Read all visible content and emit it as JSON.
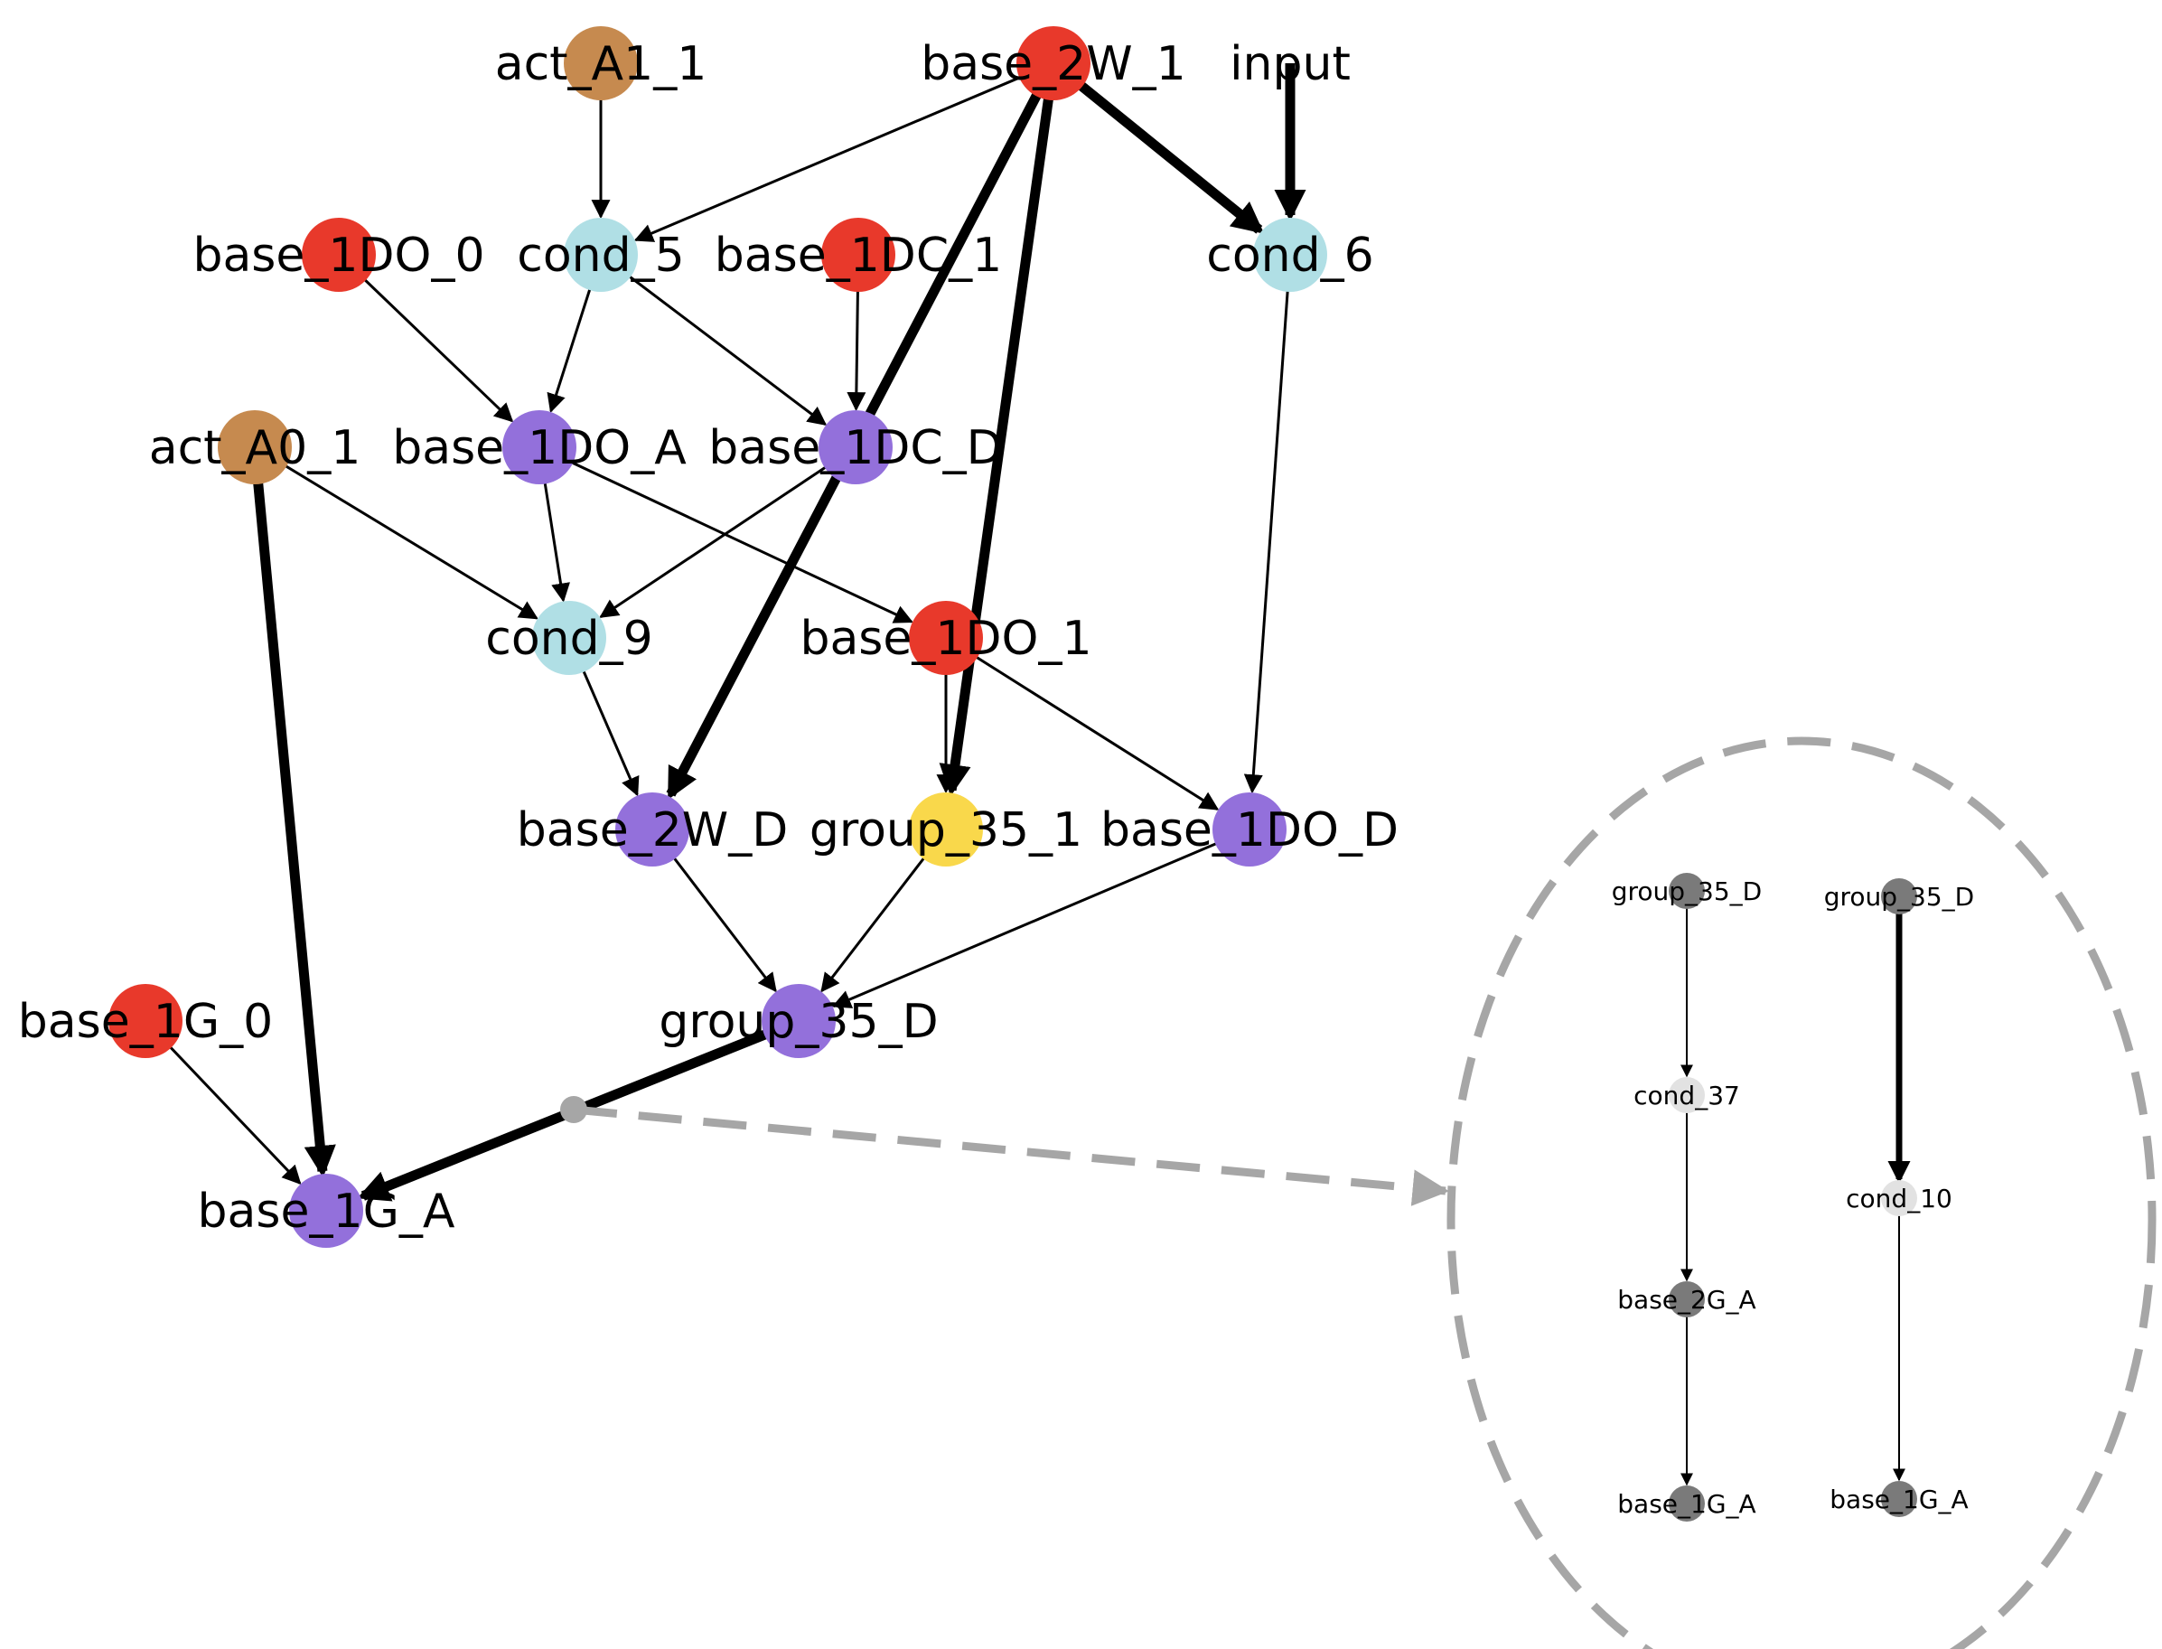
{
  "colors": {
    "red": "#e8392b",
    "purple": "#9370db",
    "lightblue": "#b0dfe5",
    "brown": "#c68a4f",
    "yellow": "#f9d84b",
    "gray_node": "#7a7a7a",
    "light_node": "#e2e2e2",
    "edge": "#000000",
    "callout": "#a6a6a6"
  },
  "main_graph": {
    "nodes": [
      {
        "id": "act_A1_1",
        "label": "act_A1_1",
        "color": "brown"
      },
      {
        "id": "base_2W_1",
        "label": "base_2W_1",
        "color": "red"
      },
      {
        "id": "input",
        "label": "input",
        "color": "none"
      },
      {
        "id": "base_1DO_0",
        "label": "base_1DO_0",
        "color": "red"
      },
      {
        "id": "cond_5",
        "label": "cond_5",
        "color": "lightblue"
      },
      {
        "id": "base_1DC_1",
        "label": "base_1DC_1",
        "color": "red"
      },
      {
        "id": "cond_6",
        "label": "cond_6",
        "color": "lightblue"
      },
      {
        "id": "act_A0_1",
        "label": "act_A0_1",
        "color": "brown"
      },
      {
        "id": "base_1DO_A",
        "label": "base_1DO_A",
        "color": "purple"
      },
      {
        "id": "base_1DC_D",
        "label": "base_1DC_D",
        "color": "purple"
      },
      {
        "id": "cond_9",
        "label": "cond_9",
        "color": "lightblue"
      },
      {
        "id": "base_1DO_1",
        "label": "base_1DO_1",
        "color": "red"
      },
      {
        "id": "base_2W_D",
        "label": "base_2W_D",
        "color": "purple"
      },
      {
        "id": "group_35_1",
        "label": "group_35_1",
        "color": "yellow"
      },
      {
        "id": "base_1DO_D",
        "label": "base_1DO_D",
        "color": "purple"
      },
      {
        "id": "base_1G_0",
        "label": "base_1G_0",
        "color": "red"
      },
      {
        "id": "group_35_D",
        "label": "group_35_D",
        "color": "purple"
      },
      {
        "id": "base_1G_A",
        "label": "base_1G_A",
        "color": "purple"
      }
    ],
    "edges": [
      {
        "from": "act_A1_1",
        "to": "cond_5",
        "weight": "thin"
      },
      {
        "from": "base_2W_1",
        "to": "cond_5",
        "weight": "thin"
      },
      {
        "from": "base_2W_1",
        "to": "base_2W_D",
        "weight": "thick"
      },
      {
        "from": "base_2W_1",
        "to": "group_35_1",
        "weight": "thick"
      },
      {
        "from": "base_2W_1",
        "to": "cond_6",
        "weight": "thick"
      },
      {
        "from": "input",
        "to": "cond_6",
        "weight": "thick"
      },
      {
        "from": "base_1DO_0",
        "to": "base_1DO_A",
        "weight": "thin"
      },
      {
        "from": "cond_5",
        "to": "base_1DO_A",
        "weight": "thin"
      },
      {
        "from": "cond_5",
        "to": "base_1DC_D",
        "weight": "thin"
      },
      {
        "from": "base_1DC_1",
        "to": "base_1DC_D",
        "weight": "thin"
      },
      {
        "from": "cond_6",
        "to": "base_1DO_D",
        "weight": "thin"
      },
      {
        "from": "act_A0_1",
        "to": "cond_9",
        "weight": "thin"
      },
      {
        "from": "act_A0_1",
        "to": "base_1G_A",
        "weight": "thick"
      },
      {
        "from": "base_1DO_A",
        "to": "cond_9",
        "weight": "thin"
      },
      {
        "from": "base_1DO_A",
        "to": "base_1DO_1",
        "weight": "thin"
      },
      {
        "from": "base_1DC_D",
        "to": "cond_9",
        "weight": "thin"
      },
      {
        "from": "cond_9",
        "to": "base_2W_D",
        "weight": "thin"
      },
      {
        "from": "base_1DO_1",
        "to": "group_35_1",
        "weight": "thin"
      },
      {
        "from": "base_1DO_1",
        "to": "base_1DO_D",
        "weight": "thin"
      },
      {
        "from": "base_2W_D",
        "to": "group_35_D",
        "weight": "thin"
      },
      {
        "from": "group_35_1",
        "to": "group_35_D",
        "weight": "thin"
      },
      {
        "from": "base_1DO_D",
        "to": "group_35_D",
        "weight": "thin"
      },
      {
        "from": "base_1G_0",
        "to": "base_1G_A",
        "weight": "thin"
      },
      {
        "from": "group_35_D",
        "to": "base_1G_A",
        "weight": "thick"
      }
    ]
  },
  "inset": {
    "chains": [
      {
        "nodes": [
          {
            "id": "c1_group_35_D",
            "label": "group_35_D",
            "color": "gray_node"
          },
          {
            "id": "c1_cond_37",
            "label": "cond_37",
            "color": "light_node"
          },
          {
            "id": "c1_base_2G_A",
            "label": "base_2G_A",
            "color": "gray_node"
          },
          {
            "id": "c1_base_1G_A",
            "label": "base_1G_A",
            "color": "gray_node"
          }
        ],
        "weight": "thin"
      },
      {
        "nodes": [
          {
            "id": "c2_group_35_D",
            "label": "group_35_D",
            "color": "gray_node"
          },
          {
            "id": "c2_cond_10",
            "label": "cond_10",
            "color": "light_node"
          },
          {
            "id": "c2_base_1G_A",
            "label": "base_1G_A",
            "color": "gray_node"
          }
        ],
        "weights": [
          "thick",
          "thin"
        ]
      }
    ]
  }
}
